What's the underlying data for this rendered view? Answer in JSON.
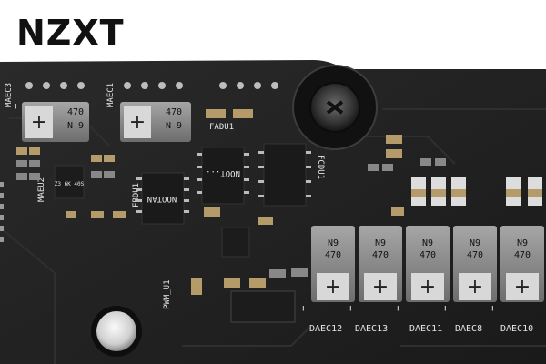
{
  "brand": {
    "logo_text": "NZXT"
  },
  "silkscreen": {
    "maec3": "MAEC3",
    "maec1": "MAEC1",
    "maeu2": "MAEU2",
    "fbdu1": "FBDU1",
    "fadu1": "FADU1",
    "fcdu1": "FCDU1",
    "pwm_u1": "PWM_U1",
    "plus": "+",
    "bottom_labels": [
      "DAEC12",
      "DAEC13",
      "DAEC11",
      "DAEC8",
      "DAEC10"
    ]
  },
  "chips": {
    "left_mosfet_1": "NOOTAN",
    "left_mosfet_2": "NOOT...",
    "small_chip": "Z3 6K 40S"
  },
  "capacitors": {
    "top_1": [
      "+",
      "470",
      "N",
      "9"
    ],
    "top_2": [
      "+",
      "470",
      "N",
      "9"
    ],
    "bottom_text": [
      "N9",
      "470"
    ]
  },
  "colors": {
    "board": "#222222",
    "board_dark": "#161616",
    "silk": "#e6e6e6",
    "cap_body": "#8f8f8f",
    "cap_label": "#dcdcdc",
    "chip": "#1c1c1c",
    "screw": "#5a5a5a"
  }
}
